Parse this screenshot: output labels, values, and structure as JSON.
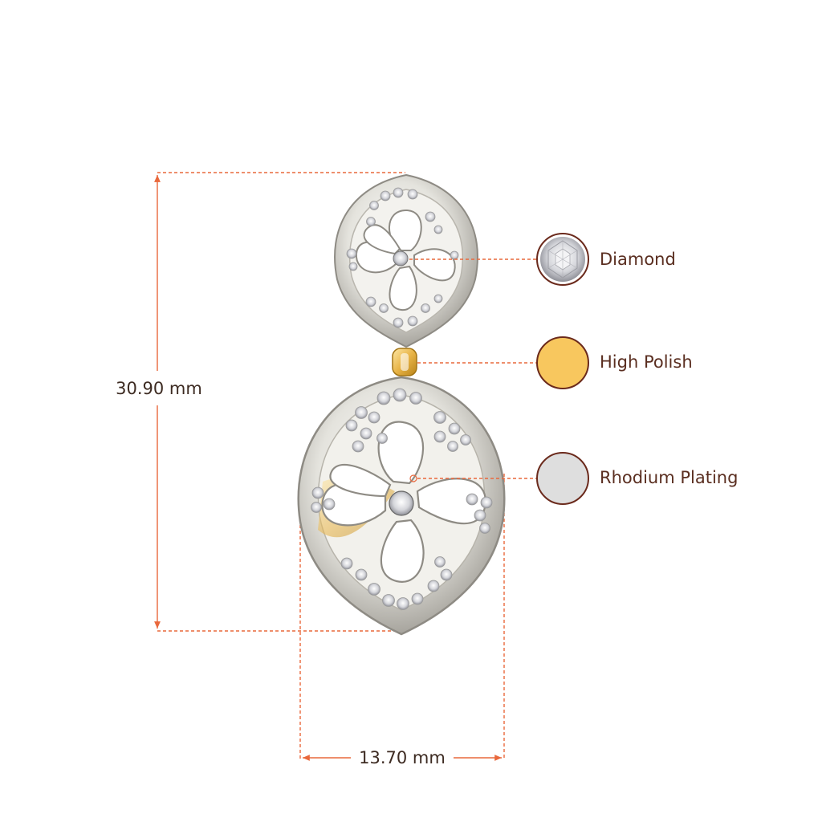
{
  "dimensions": {
    "height_label": "30.90 mm",
    "width_label": "13.70 mm"
  },
  "legend": [
    {
      "label": "Diamond",
      "swatch": "diamond-icon",
      "color": "#e8e8e8"
    },
    {
      "label": "High Polish",
      "swatch": "gold-swatch",
      "color": "#f8c75e"
    },
    {
      "label": "Rhodium Plating",
      "swatch": "rhodium-swatch",
      "color": "#dedede"
    }
  ],
  "colors": {
    "accent_line": "#e9683c",
    "legend_ring": "#6b2a1c",
    "text": "#3d2b22"
  }
}
